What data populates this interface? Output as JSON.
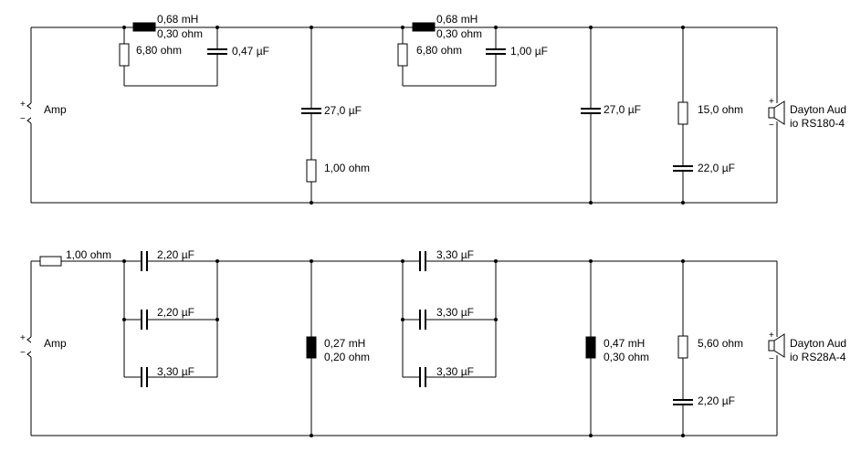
{
  "woofer": {
    "source": {
      "label": "Amp",
      "plus": "+",
      "minus": "−"
    },
    "L1": {
      "value": "0,68 mH",
      "dcr": "0,30 ohm"
    },
    "R1": {
      "value": "6,80 ohm"
    },
    "C1": {
      "value": "0,47 µF"
    },
    "C2": {
      "value": "27,0 µF"
    },
    "R2": {
      "value": "1,00 ohm"
    },
    "L2": {
      "value": "0,68 mH",
      "dcr": "0,30 ohm"
    },
    "R3": {
      "value": "6,80 ohm"
    },
    "C3": {
      "value": "1,00 µF"
    },
    "C4": {
      "value": "27,0 µF"
    },
    "R4": {
      "value": "15,0 ohm"
    },
    "C5": {
      "value": "22,0 µF"
    },
    "driver": {
      "line1": "Dayton Aud",
      "line2": "io RS180-4",
      "plus": "+",
      "minus": "−"
    }
  },
  "tweeter": {
    "source": {
      "label": "Amp",
      "plus": "+",
      "minus": "−"
    },
    "R1": {
      "value": "1,00 ohm"
    },
    "C1": {
      "value": "2,20 µF"
    },
    "C2": {
      "value": "2,20 µF"
    },
    "C3": {
      "value": "3,30 µF"
    },
    "L1": {
      "value": "0,27 mH",
      "dcr": "0,20 ohm"
    },
    "C4": {
      "value": "3,30 µF"
    },
    "C5": {
      "value": "3,30 µF"
    },
    "C6": {
      "value": "3,30 µF"
    },
    "L2": {
      "value": "0,47 mH",
      "dcr": "0,30 ohm"
    },
    "R2": {
      "value": "5,60 ohm"
    },
    "C7": {
      "value": "2,20 µF"
    },
    "driver": {
      "line1": "Dayton Aud",
      "line2": "io RS28A-4",
      "plus": "+",
      "minus": "−"
    }
  }
}
